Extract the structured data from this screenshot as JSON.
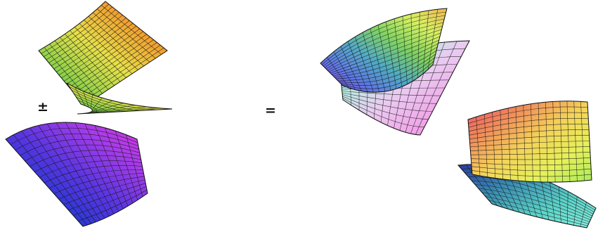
{
  "operators": {
    "plus_minus": "±",
    "equals": "="
  },
  "surfaces": [
    {
      "id": "surface-1",
      "palette": [
        "#3a9e3a",
        "#8fd24a",
        "#e8e04a",
        "#f0a030",
        "#e83a2a"
      ]
    },
    {
      "id": "surface-2",
      "palette": [
        "#e238e6",
        "#a43ce8",
        "#5a36e0",
        "#2838d2",
        "#1a2aa8"
      ]
    },
    {
      "id": "surface-sum-upper",
      "palette": [
        "#8a3ad2",
        "#5a6ee8",
        "#4aa8c2",
        "#7ad25a",
        "#d4f05a",
        "#f0b44a"
      ]
    },
    {
      "id": "surface-sum-lower",
      "palette": [
        "#7af0d8",
        "#aef0e0",
        "#e8c8f0",
        "#f0a2e8",
        "#e87ae2"
      ]
    },
    {
      "id": "surface-diff-front",
      "palette": [
        "#e84a6a",
        "#f08a5a",
        "#f4d25a",
        "#e6f05a",
        "#a8ec5a"
      ]
    },
    {
      "id": "surface-diff-back",
      "palette": [
        "#2a3aa0",
        "#3a8ab0",
        "#5ad2c8",
        "#8af0e0"
      ]
    }
  ]
}
